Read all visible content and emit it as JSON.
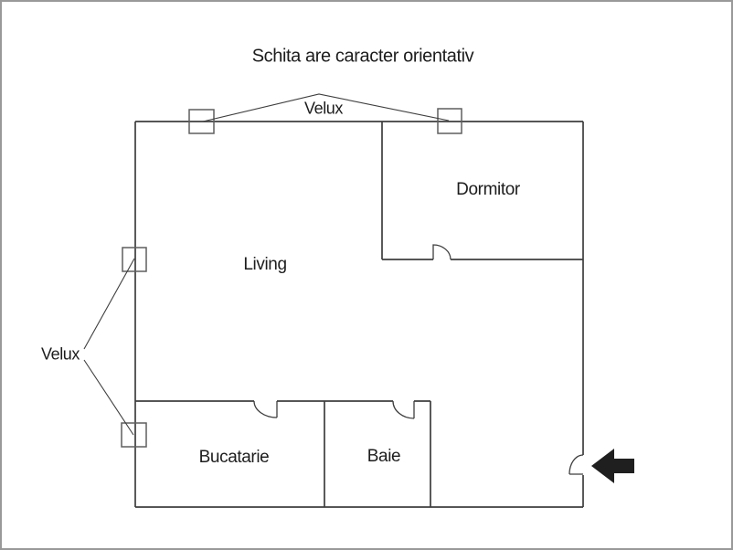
{
  "title": "Schita are caracter orientativ",
  "rooms": [
    {
      "name": "Living"
    },
    {
      "name": "Dormitor"
    },
    {
      "name": "Bucatarie"
    },
    {
      "name": "Baie"
    }
  ],
  "windows": {
    "velux_top_label": "Velux",
    "velux_left_label": "Velux",
    "count": 4
  },
  "entrance": {
    "icon": "arrow-left",
    "meaning": "entrance direction"
  },
  "colors": {
    "wall": "#3e3e3e",
    "window_outline": "#5f5f5f",
    "text": "#1d1d1d",
    "arrow_fill": "#1f1f1f",
    "frame": "#999999",
    "background": "#ffffff"
  }
}
